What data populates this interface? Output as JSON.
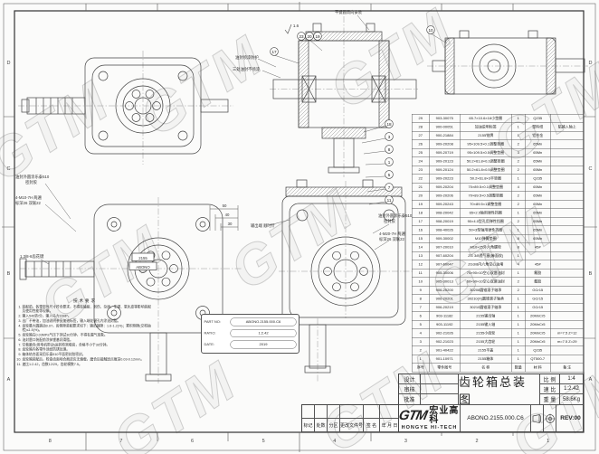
{
  "sheet": {
    "watermark": "GTM",
    "zones_bottom": [
      "8",
      "7",
      "6",
      "5",
      "4",
      "3",
      "2",
      "1"
    ],
    "zones_left": [
      "D",
      "C",
      "B",
      "A"
    ],
    "zones_right": [
      "D",
      "C",
      "B",
      "A"
    ]
  },
  "art": {
    "balloons": [
      "23",
      "20",
      "19",
      "17",
      "18",
      "3",
      "8",
      "1",
      "5",
      "7",
      "11",
      "10"
    ],
    "labels": {
      "seal_paint": "油封喷漆防护",
      "seal_nopaint": "三处油封不喷漆",
      "key_install": "平键圆周向安装",
      "output_dir": "输出端 顺时针",
      "loctite_right_1": "油封外圆涂乐泰510",
      "loctite_right_2": "密封胶",
      "tap_right_1": "4-M20-7H 两遍",
      "tap_right_2": "标深26 双联22",
      "loctite_left_1": "油封外圆涂乐泰510",
      "loctite_left_2": "密封胶",
      "tap_left_1": "4-M10-7H 两遍",
      "tap_left_2": "标深26 双联22",
      "spline": "1.3/8-6齿花键",
      "plate_model": "2155",
      "plate_brand": "ABONO",
      "finish": "1.6"
    },
    "dims": [
      "50",
      "40",
      "30"
    ]
  },
  "plate": {
    "part_no_label": "PART NO:",
    "part_no": "ABONO.2155.000.C6",
    "ratio_label": "RATIO:",
    "ratio": "1:2.42",
    "date_label": "DATE:",
    "date": "2019"
  },
  "notes": {
    "title": "技术要求",
    "items": [
      "装配前，各零部件尺寸符合要求，不得有磕碰、划伤、杂质、生锈、氧化皮等影响装配及使用性能等现象。",
      "输入540转/分，输入马力16HP。",
      "出厂不带油，加油说明参见加油标签，输入端花键孔内涂油封脂。",
      "齿轮最大圆跳动0.07，齿侧隙装配要求如下：输出端隙：1.6-1.2(%)；累积侧隙(交检抽检)≤1.5(%)。",
      "齿轮箱在0.03MPa气压下测试30分钟，不得有漏气现象。",
      "油封唇口装配前涂抹锂基润滑脂。",
      "空载磨合(用电机带动)运转检测噪音，合格不小于30分钟。",
      "齿轮箱内各零件须经防锈处理。",
      "箱体结合面采用乐泰510平面密封胶密封。",
      "齿轮箱装配后，检查齿面啮合痕迹应无偏载，磨合后接触斑点痕深0.03-0.12mm。",
      "速比1:2.42，齿数12/29，齿轮模数7.5。"
    ]
  },
  "bom": {
    "headers": [
      "序号",
      "零件图号",
      "名  称",
      "数量",
      "材  料",
      "备  注"
    ],
    "rows": [
      [
        "29",
        "903-30075",
        "65.7×10.6×16小垫圈",
        "1",
        "Q235",
        ""
      ],
      [
        "28",
        "900-00051",
        "加油说明标签",
        "1",
        "塑料纸",
        "贴输入轴上"
      ],
      [
        "27",
        "900-21884",
        "2155铭牌",
        "1",
        "铝合金",
        ""
      ],
      [
        "26",
        "909-20208",
        "95×109.5×0.1调整垫圈",
        "2",
        "65Mn",
        ""
      ],
      [
        "25",
        "909-20719",
        "95×109.5×0.5调整垫圈",
        "3",
        "65Mn",
        ""
      ],
      [
        "24",
        "909-20123",
        "50.2×61.8×0.3调整垫圈",
        "2",
        "65Mn",
        ""
      ],
      [
        "23",
        "909-20124",
        "50.2×61.8×0.5调整垫圈",
        "2",
        "65Mn",
        ""
      ],
      [
        "22",
        "909-20223",
        "50.2×61.8×3平垫圈",
        "1",
        "Q235",
        ""
      ],
      [
        "21",
        "909-20204",
        "70×89.5×0.1调整垫圈",
        "4",
        "65Mn",
        ""
      ],
      [
        "20",
        "909-20206",
        "70×89.5×0.5调整垫圈",
        "2",
        "65Mn",
        ""
      ],
      [
        "19",
        "909-20243",
        "70×89.5×1调整垫圈",
        "2",
        "65Mn",
        ""
      ],
      [
        "18",
        "908-20042",
        "65×2.5轴用弹性挡圈",
        "1",
        "65Mn",
        ""
      ],
      [
        "17",
        "908-20019",
        "90×4.0型孔用弹性挡圈",
        "2",
        "65Mn",
        ""
      ],
      [
        "16",
        "908-40026",
        "50×3型轴用弹性挡圈",
        "1",
        "65Mn",
        ""
      ],
      [
        "15",
        "909-30002",
        "M10弹簧垫圈",
        "8",
        "65Mn",
        ""
      ],
      [
        "14",
        "907-20010",
        "M10×25外六角螺栓",
        "8",
        "45#",
        ""
      ],
      [
        "13",
        "907-60204",
        "ZG 3/8透气塞(麻面纹)",
        "1",
        "",
        ""
      ],
      [
        "12",
        "907-60047",
        "ZG3/8内六角空心油堵",
        "4",
        "45#",
        ""
      ],
      [
        "11",
        "905-30006",
        "70×90×10空心双唇油封",
        "1",
        "氟胶",
        ""
      ],
      [
        "10",
        "905-30013",
        "60×90×10空心双唇油封",
        "2",
        "氟胶",
        ""
      ],
      [
        "9",
        "906-20200",
        "30208圆锥滚子轴承",
        "2",
        "GCr15",
        ""
      ],
      [
        "8",
        "906-20201",
        "30210(X)圆锥滚子轴承",
        "1",
        "GCr15",
        ""
      ],
      [
        "7",
        "906-20219",
        "30210圆锥滚子轴承",
        "1",
        "GCr15",
        ""
      ],
      [
        "6",
        "903-11182",
        "2155输出轴",
        "1",
        "20MnCr5",
        ""
      ],
      [
        "5",
        "903-11192",
        "2155输入轴",
        "1",
        "20MnCr5",
        ""
      ],
      [
        "4",
        "902-21026",
        "2155小齿轮",
        "1",
        "20MnCr5",
        "m=7.5 Z=12"
      ],
      [
        "3",
        "902-21023",
        "2155大齿轮",
        "1",
        "20MnCr5",
        "m=7.5 Z=29"
      ],
      [
        "2",
        "901-40422",
        "2155平盖",
        "1",
        "Q235",
        ""
      ],
      [
        "1",
        "901-10971",
        "2155箱体",
        "1",
        "QT500-7",
        ""
      ]
    ]
  },
  "title_block": {
    "design_label": "设计",
    "check_label": "审核",
    "approve_label": "批准",
    "title": "齿轮箱总装图",
    "scale_label": "比 例",
    "scale": "1:4",
    "ratio_label": "速 比",
    "ratio": "1:2.42",
    "weight_label": "重 量",
    "weight": "58.6Kg",
    "logo_text": "GTM",
    "company_cn": "宏业高科",
    "company_en": "HONGYE HI-TECH",
    "drawing_no": "ABONO.2155.000.C6",
    "rev": "REV:00",
    "revision_cols": [
      "标记",
      "处数",
      "分区",
      "更改文件号",
      "签 名",
      "年 月 日"
    ]
  }
}
